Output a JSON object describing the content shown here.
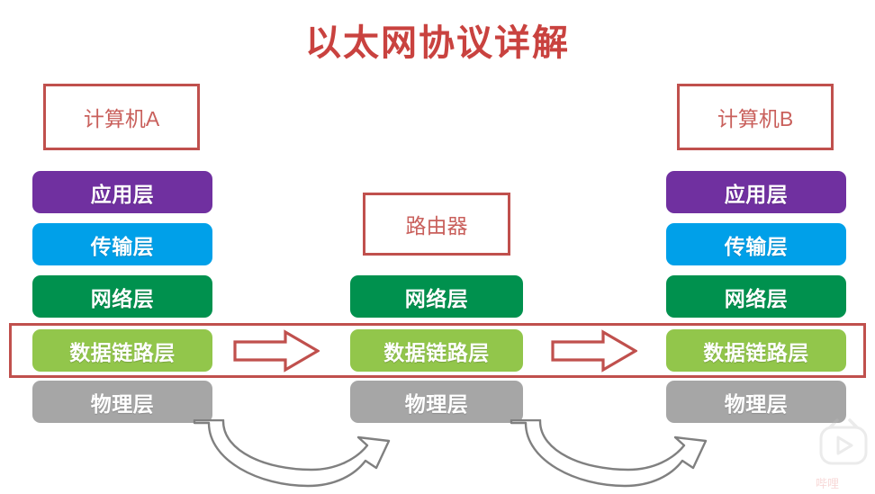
{
  "slide": {
    "title": "以太网协议详解",
    "background_color": "#FFFFFF",
    "title_color": "#C9423F"
  },
  "endpoints": [
    {
      "id": "computer-a",
      "label": "计算机A",
      "border_color": "#C0504D",
      "text_color": "#C9605C"
    },
    {
      "id": "computer-b",
      "label": "计算机B",
      "border_color": "#C0504D",
      "text_color": "#C9605C"
    }
  ],
  "router": {
    "label": "路由器",
    "border_color": "#C0504D",
    "text_color": "#C9605C"
  },
  "layer_colors": {
    "application": "#7030A0",
    "transport": "#00A0E9",
    "network": "#00914E",
    "data_link": "#92C64B",
    "physical": "#A6A6A6"
  },
  "columns": {
    "left": {
      "name": "计算机A",
      "layers": [
        {
          "key": "application",
          "label": "应用层"
        },
        {
          "key": "transport",
          "label": "传输层"
        },
        {
          "key": "network",
          "label": "网络层"
        },
        {
          "key": "data_link",
          "label": "数据链路层"
        },
        {
          "key": "physical",
          "label": "物理层"
        }
      ]
    },
    "middle": {
      "name": "路由器",
      "layers": [
        {
          "key": "network",
          "label": "网络层"
        },
        {
          "key": "data_link",
          "label": "数据链路层"
        },
        {
          "key": "physical",
          "label": "物理层"
        }
      ]
    },
    "right": {
      "name": "计算机B",
      "layers": [
        {
          "key": "application",
          "label": "应用层"
        },
        {
          "key": "transport",
          "label": "传输层"
        },
        {
          "key": "network",
          "label": "网络层"
        },
        {
          "key": "data_link",
          "label": "数据链路层"
        },
        {
          "key": "physical",
          "label": "物理层"
        }
      ]
    }
  },
  "highlight_band": {
    "target_layer": "数据链路层",
    "border_color": "#C0504D"
  },
  "flow_arrows": [
    {
      "id": "arrow-left-mid",
      "from": "计算机A",
      "to": "路由器",
      "direction": "right",
      "color": "#C0504D",
      "style": "block-outline"
    },
    {
      "id": "arrow-mid-right",
      "from": "路由器",
      "to": "计算机B",
      "direction": "right",
      "color": "#C0504D",
      "style": "block-outline"
    }
  ],
  "physical_links": [
    {
      "id": "curve-left-mid",
      "from": "计算机A物理层",
      "to": "路由器物理层",
      "color": "#808080",
      "style": "curved-outline"
    },
    {
      "id": "curve-mid-right",
      "from": "路由器物理层",
      "to": "计算机B物理层",
      "color": "#808080",
      "style": "curved-outline"
    }
  ],
  "watermark": {
    "text": "哔哩",
    "icon": "bilibili-tv-icon",
    "color": "#E8807E"
  }
}
